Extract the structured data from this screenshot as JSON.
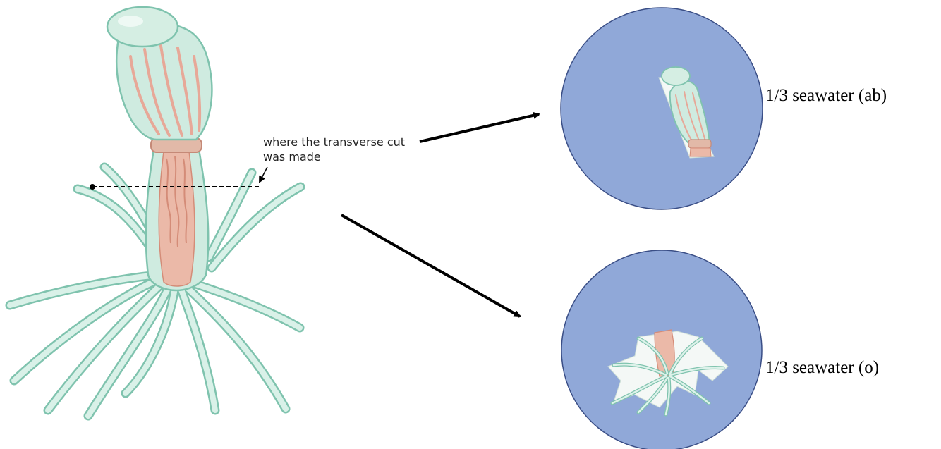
{
  "annotation": {
    "line1": "where the transverse cut",
    "line2": "was made"
  },
  "labels": {
    "top_dish": "1/3 seawater (ab)",
    "bottom_dish": "1/3 seawater (o)"
  },
  "colors": {
    "dish_fill": "#90A8D8",
    "dish_stroke": "#3A4E86",
    "body_fill": "#CFEBE0",
    "body_stroke": "#7FC3AE",
    "gut_fill": "#EBB9A8",
    "gut_stroke": "#D48C78",
    "arrow": "#000000"
  }
}
